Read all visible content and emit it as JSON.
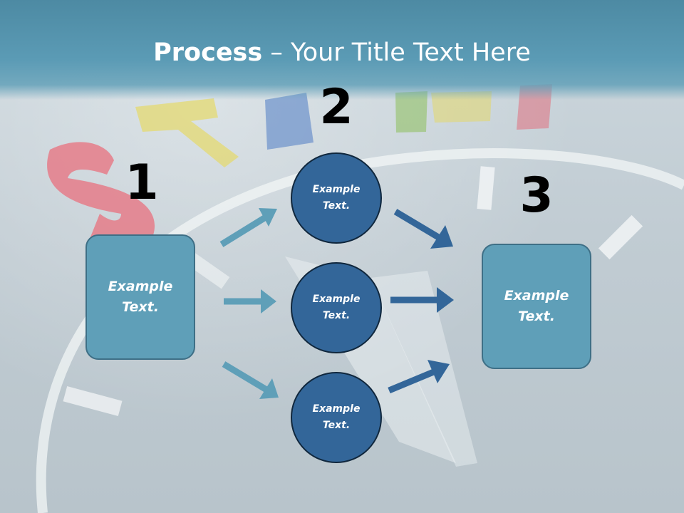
{
  "title": {
    "bold": "Process",
    "rest": " – Your Title Text Here"
  },
  "steps": {
    "one": "1",
    "two": "2",
    "three": "3"
  },
  "left_box": {
    "text": "Example Text."
  },
  "circles": [
    {
      "text": "Example Text."
    },
    {
      "text": "Example Text."
    },
    {
      "text": "Example Text."
    }
  ],
  "right_box": {
    "text": "Example Text."
  },
  "colors": {
    "header": "#5b9bb5",
    "box_fill": "#5f9fb8",
    "circle_fill": "#336699",
    "arrow_light": "#5f9fb8",
    "arrow_dark": "#336699"
  },
  "background_icons": [
    "start-letters-illustration",
    "chalk-clock-illustration"
  ]
}
